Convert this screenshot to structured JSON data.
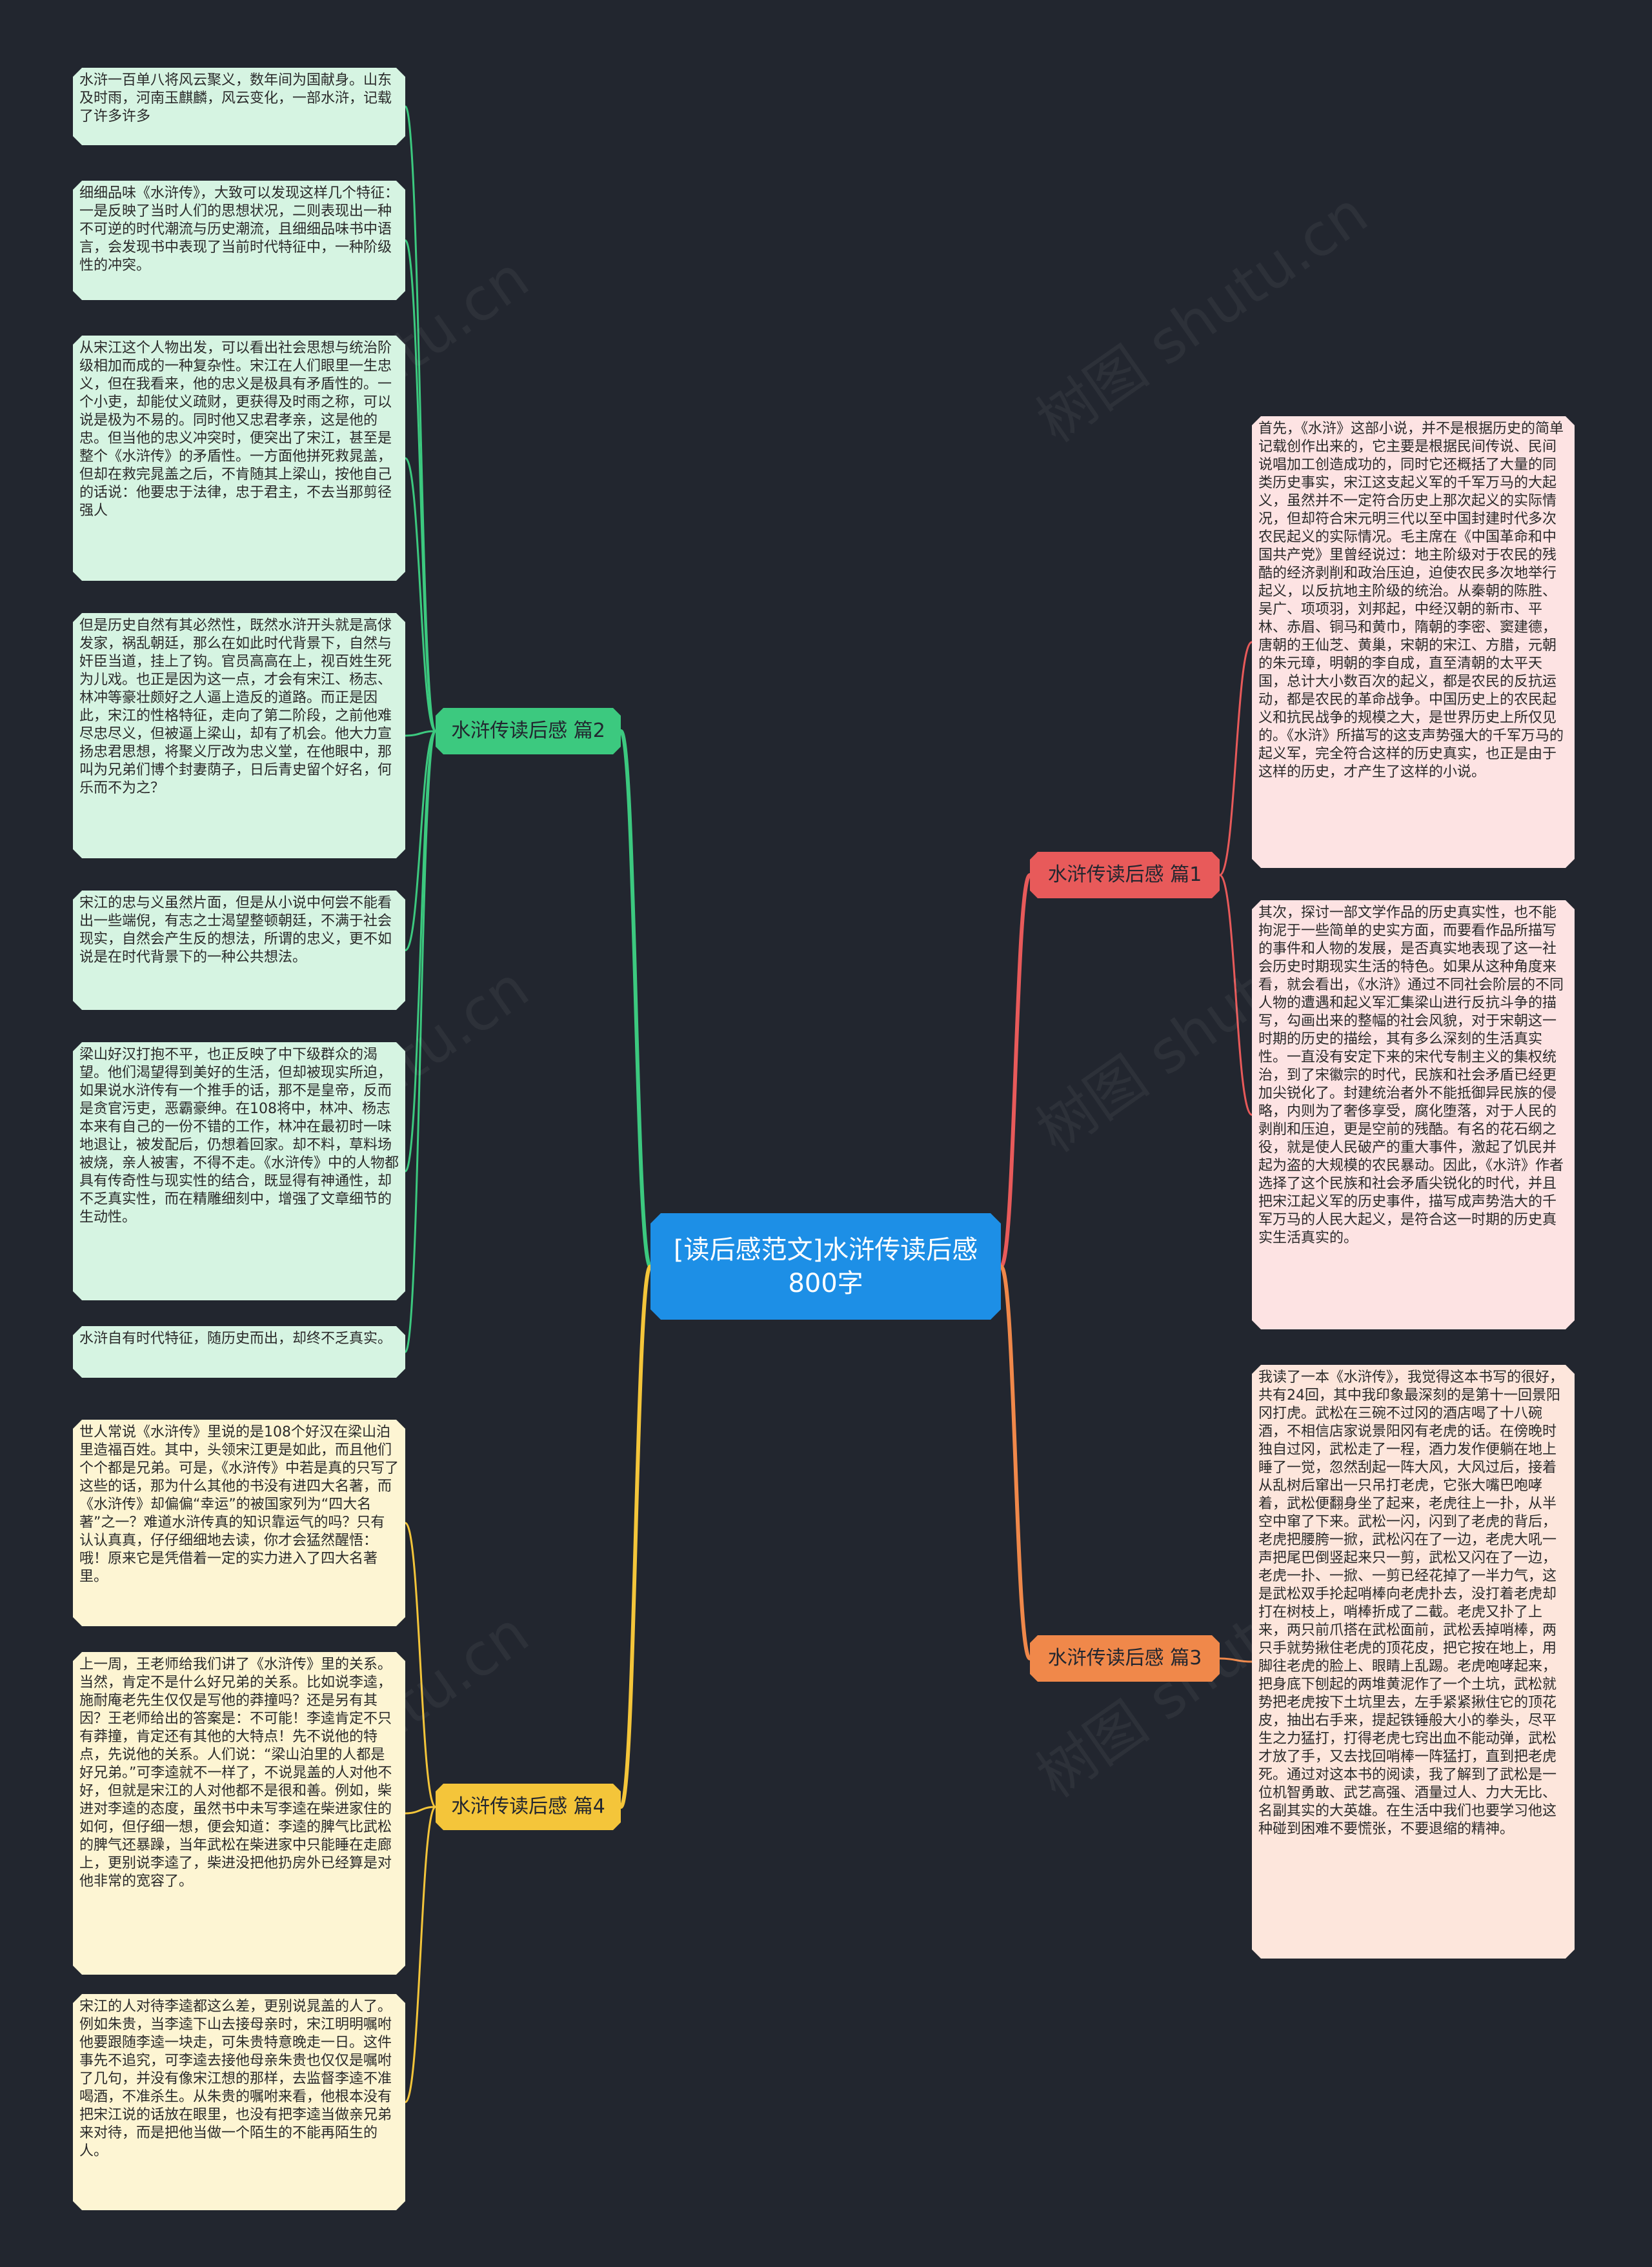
{
  "root": {
    "title": "[读后感范文]水浒传读后感800字",
    "color": "#1d8fe6"
  },
  "watermark": "树图 shutu.cn",
  "branches": [
    {
      "id": "b2",
      "label": "水浒传读后感 篇2",
      "color": "#3cc97f",
      "side": "left",
      "leaves": [
        "水浒一百单八将风云聚义，数年间为国献身。山东及时雨，河南玉麒麟，风云变化，一部水浒，记载了许多许多",
        "细细品味《水浒传》，大致可以发现这样几个特征：一是反映了当时人们的思想状况，二则表现出一种不可逆的时代潮流与历史潮流，且细细品味书中语言，会发现书中表现了当前时代特征中，一种阶级性的冲突。",
        "从宋江这个人物出发，可以看出社会思想与统治阶级相加而成的一种复杂性。宋江在人们眼里一生忠义，但在我看来，他的忠义是极具有矛盾性的。一个小吏，却能仗义疏财，更获得及时雨之称，可以说是极为不易的。同时他又忠君孝亲，这是他的忠。但当他的忠义冲突时，便突出了宋江，甚至是整个《水浒传》的矛盾性。一方面他拼死救晁盖，但却在救完晁盖之后，不肯随其上梁山，按他自己的话说：他要忠于法律，忠于君主，不去当那剪径强人",
        "但是历史自然有其必然性，既然水浒开头就是高俅发家，祸乱朝廷，那么在如此时代背景下，自然与奸臣当道，挂上了钩。官员高高在上，视百姓生死为儿戏。也正是因为这一点，才会有宋江、杨志、林冲等豪壮颇好之人逼上造反的道路。而正是因此，宋江的性格特征，走向了第二阶段，之前他难尽忠尽义，但被逼上梁山，却有了机会。他大力宣扬忠君思想，将聚义厅改为忠义堂，在他眼中，那叫为兄弟们博个封妻荫子，日后青史留个好名，何乐而不为之？",
        "宋江的忠与义虽然片面，但是从小说中何尝不能看出一些端倪，有志之士渴望整顿朝廷，不满于社会现实，自然会产生反的想法，所谓的忠义，更不如说是在时代背景下的一种公共想法。",
        "梁山好汉打抱不平，也正反映了中下级群众的渴望。他们渴望得到美好的生活，但却被现实所迫，如果说水浒传有一个推手的话，那不是皇帝，反而是贪官污吏，恶霸豪绅。在108将中，林冲、杨志本来有自己的一份不错的工作，林冲在最初时一味地退让，被发配后，仍想着回家。却不料，草料场被烧，亲人被害，不得不走。《水浒传》中的人物都具有传奇性与现实性的结合，既显得有神通性，却不乏真实性，而在精雕细刻中，增强了文章细节的生动性。",
        "水浒自有时代特征，随历史而出，却终不乏真实。"
      ]
    },
    {
      "id": "b4",
      "label": "水浒传读后感 篇4",
      "color": "#f4c53a",
      "side": "left",
      "leaves": [
        "世人常说《水浒传》里说的是108个好汉在梁山泊里造福百姓。其中，头领宋江更是如此，而且他们个个都是兄弟。可是，《水浒传》中若是真的只写了这些的话，那为什么其他的书没有进四大名著，而《水浒传》却偏偏“幸运”的被国家列为“四大名著”之一？难道水浒传真的知识靠运气的吗？只有认认真真，仔仔细细地去读，你才会猛然醒悟：哦！原来它是凭借着一定的实力进入了四大名著里。",
        "上一周，王老师给我们讲了《水浒传》里的关系。当然，肯定不是什么好兄弟的关系。比如说李逵，施耐庵老先生仅仅是写他的莽撞吗？还是另有其因？王老师给出的答案是：不可能！李逵肯定不只有莽撞，肯定还有其他的大特点！先不说他的特点，先说他的关系。人们说：“梁山泊里的人都是好兄弟。”可李逵就不一样了，不说晁盖的人对他不好，但就是宋江的人对他都不是很和善。例如，柴进对李逵的态度，虽然书中未写李逵在柴进家住的如何，但仔细一想，便会知道：李逵的脾气比武松的脾气还暴躁，当年武松在柴进家中只能睡在走廊上，更别说李逵了，柴进没把他扔房外已经算是对他非常的宽容了。",
        "宋江的人对待李逵都这么差，更别说晁盖的人了。例如朱贵，当李逵下山去接母亲时，宋江明明嘱咐他要跟随李逵一块走，可朱贵特意晚走一日。这件事先不追究，可李逵去接他母亲朱贵也仅仅是嘱咐了几句，并没有像宋江想的那样，去监督李逵不准喝酒，不准杀生。从朱贵的嘱咐来看，他根本没有把宋江说的话放在眼里，也没有把李逵当做亲兄弟来对待，而是把他当做一个陌生的不能再陌生的人。"
      ]
    },
    {
      "id": "b1",
      "label": "水浒传读后感 篇1",
      "color": "#e85a5a",
      "side": "right",
      "leaves": [
        "首先，《水浒》这部小说，并不是根据历史的简单记载创作出来的，它主要是根据民间传说、民间说唱加工创造成功的，同时它还概括了大量的同类历史事实，宋江这支起义军的千军万马的大起义，虽然并不一定符合历史上那次起义的实际情况，但却符合宋元明三代以至中国封建时代多次农民起义的实际情况。毛主席在《中国革命和中国共产党》里曾经说过：地主阶级对于农民的残酷的经济剥削和政治压迫，迫使农民多次地举行起义，以反抗地主阶级的统治。从秦朝的陈胜、吴广、项项羽，刘邦起，中经汉朝的新市、平林、赤眉、铜马和黄巾，隋朝的李密、窦建德，唐朝的王仙芝、黄巢，宋朝的宋江、方腊，元朝的朱元璋，明朝的李自成，直至清朝的太平天国，总计大小数百次的起义，都是农民的反抗运动，都是农民的革命战争。中国历史上的农民起义和抗民战争的规模之大，是世界历史上所仅见的。《水浒》所描写的这支声势强大的千军万马的起义军，完全符合这样的历史真实，也正是由于这样的历史，才产生了这样的小说。",
        "其次，探讨一部文学作品的历史真实性，也不能拘泥于一些简单的史实方面，而要看作品所描写的事件和人物的发展，是否真实地表现了这一社会历史时期现实生活的特色。如果从这种角度来看，就会看出，《水浒》通过不同社会阶层的不同人物的遭遇和起义军汇集梁山进行反抗斗争的描写，勾画出来的整幅的社会风貌，对于宋朝这一时期的历史的描绘，其有多么深刻的生活真实性。一直没有安定下来的宋代专制主义的集权统治，到了宋徽宗的时代，民族和社会矛盾已经更加尖锐化了。封建统治者外不能抵御异民族的侵略，内则为了奢侈享受，腐化堕落，对于人民的剥削和压迫，更是空前的残酷。有名的花石纲之役，就是使人民破产的重大事件，激起了饥民并起为盗的大规模的农民暴动。因此，《水浒》作者选择了这个民族和社会矛盾尖锐化的时代，并且把宋江起义军的历史事件，描写成声势浩大的千军万马的人民大起义，是符合这一时期的历史真实生活真实的。"
      ]
    },
    {
      "id": "b3",
      "label": "水浒传读后感 篇3",
      "color": "#f0884a",
      "side": "right",
      "leaves": [
        "我读了一本《水浒传》，我觉得这本书写的很好，共有24回，其中我印象最深刻的是第十一回景阳冈打虎。武松在三碗不过冈的酒店喝了十八碗酒，不相信店家说景阳冈有老虎的话。在傍晚时独自过冈，武松走了一程，酒力发作便躺在地上睡了一觉，忽然刮起一阵大风，大风过后，接着从乱树后窜出一只吊打老虎，它张大嘴巴咆哮着，武松便翻身坐了起来，老虎往上一扑，从半空中窜了下来。武松一闪，闪到了老虎的背后，老虎把腰胯一掀，武松闪在了一边，老虎大吼一声把尾巴倒竖起来只一剪，武松又闪在了一边，老虎一扑、一掀、一剪已经花掉了一半力气，这是武松双手抡起哨棒向老虎扑去，没打着老虎却打在树枝上，哨棒折成了二截。老虎又扑了上来，两只前爪搭在武松面前，武松丢掉哨棒，两只手就势揪住老虎的顶花皮，把它按在地上，用脚往老虎的脸上、眼睛上乱踢。老虎咆哮起来，把身底下刨起的两堆黄泥作了一个土坑，武松就势把老虎按下土坑里去，左手紧紧揪住它的顶花皮，抽出右手来，提起铁锤般大小的拳头，尽平生之力猛打，打得老虎七窍出血不能动弹，武松才放了手，又去找回哨棒一阵猛打，直到把老虎死。通过对这本书的阅读，我了解到了武松是一位机智勇敢、武艺高强、酒量过人、力大无比、名副其实的大英雄。在生活中我们也要学习他这种碰到困难不要慌张，不要退缩的精神。"
      ]
    }
  ]
}
